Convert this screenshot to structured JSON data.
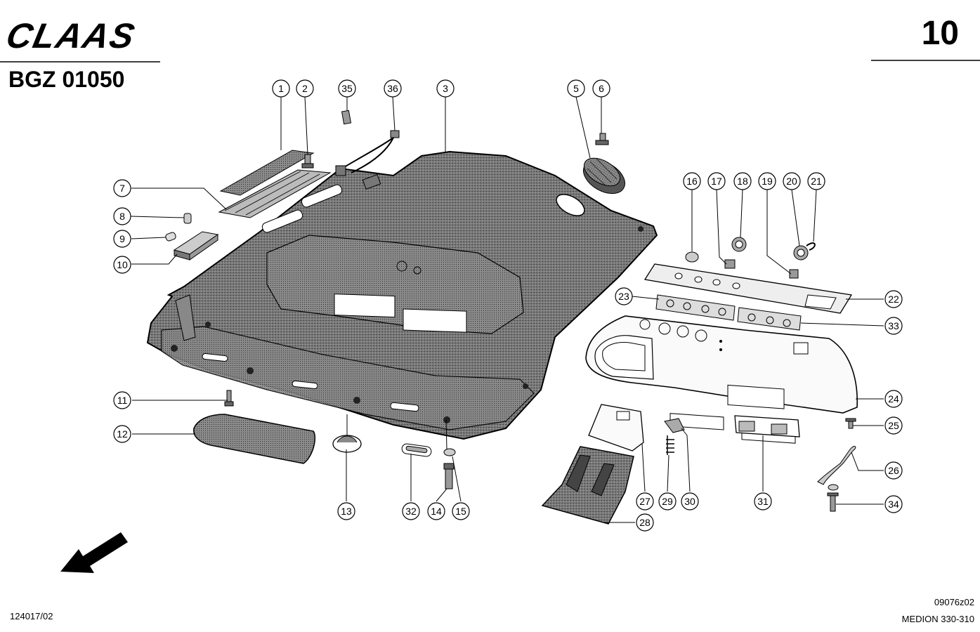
{
  "header": {
    "brand": "CLAAS",
    "page_number": "10",
    "document_code": "BGZ 01050"
  },
  "footer": {
    "left": "124017/02",
    "right_drawing_ref": "09076z02",
    "right_model": "MEDION 330-310"
  },
  "callouts": [
    "1",
    "2",
    "35",
    "36",
    "3",
    "5",
    "6",
    "7",
    "8",
    "9",
    "10",
    "16",
    "17",
    "18",
    "19",
    "20",
    "21",
    "23",
    "22",
    "33",
    "24",
    "25",
    "11",
    "12",
    "13",
    "32",
    "14",
    "15",
    "27",
    "29",
    "30",
    "31",
    "26",
    "28",
    "34"
  ],
  "colors": {
    "ink": "#000000",
    "panel_fill": "#6e6e6e",
    "paper": "#ffffff"
  }
}
